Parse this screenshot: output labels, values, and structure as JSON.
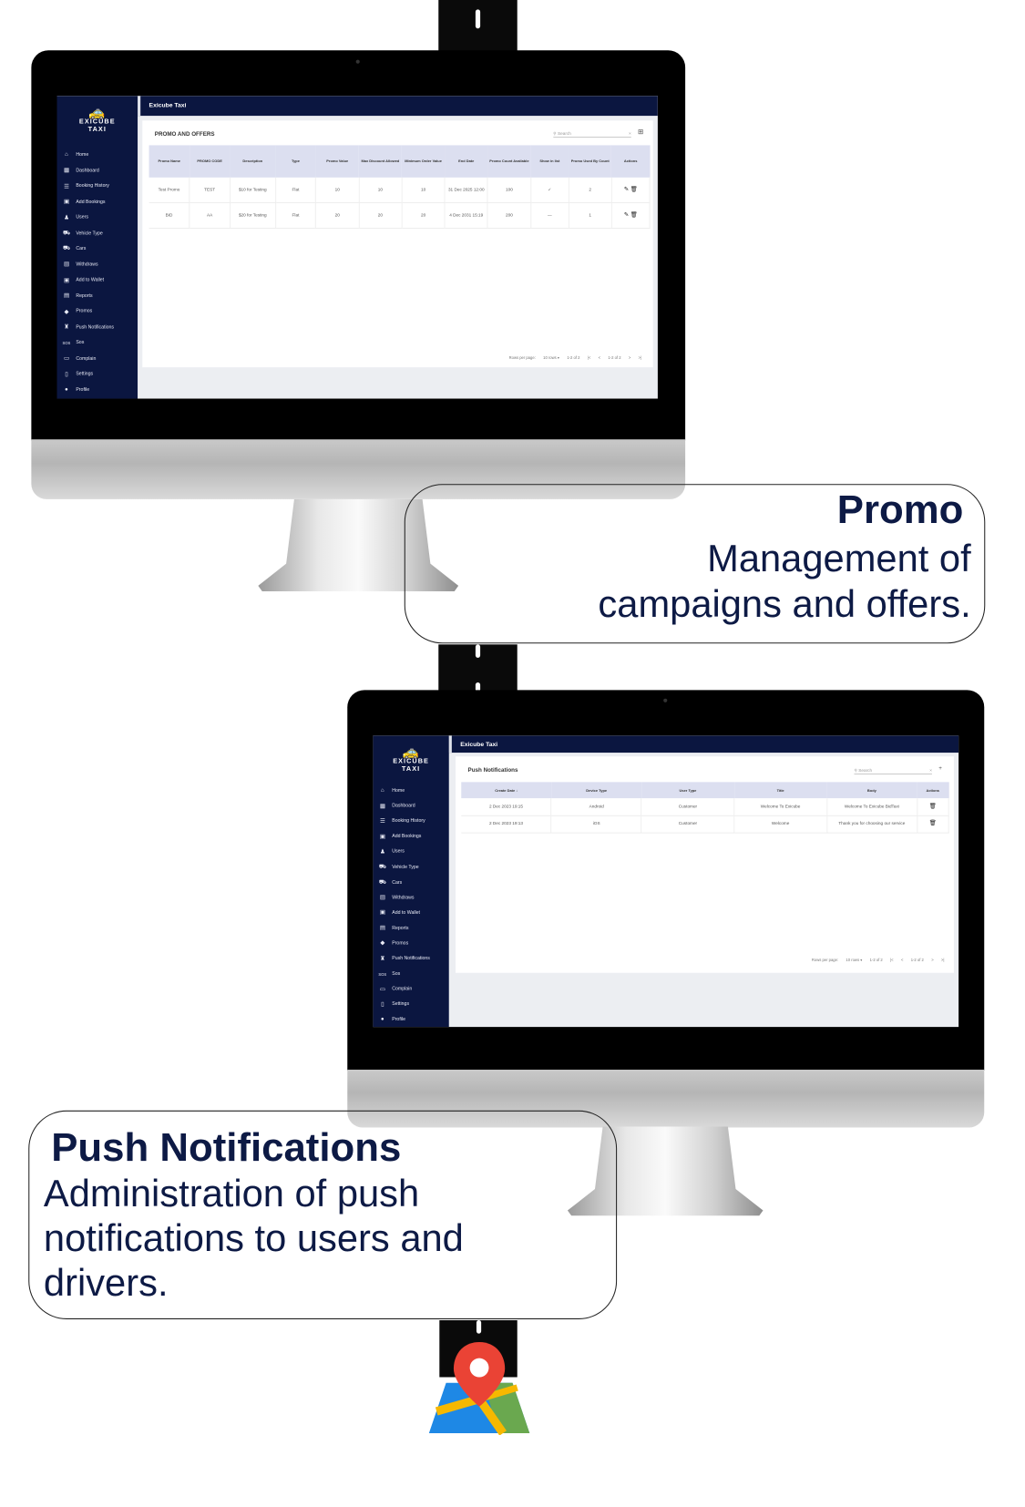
{
  "promo_screen": {
    "app_title": "Exicube Taxi",
    "logo": {
      "line1": "EXICUBE",
      "line2": "TAXI"
    },
    "page_title": "PROMO AND OFFERS",
    "search_placeholder": "Search",
    "columns": [
      "Promo Name",
      "PROMO CODE",
      "Description",
      "Type",
      "Promo Value",
      "Max Discount Allowed",
      "Minimum Order Value",
      "End Date",
      "Promo Count Available",
      "Show in list",
      "Promo Used By Count",
      "Actions"
    ],
    "rows": [
      [
        "Test Promo",
        "TEST",
        "$10 for Testing",
        "Flat",
        "10",
        "10",
        "10",
        "31 Dec 2025 12:00",
        "100",
        "✓",
        "2"
      ],
      [
        "BID",
        "AA",
        "$20 for Testing",
        "Flat",
        "20",
        "20",
        "20",
        "4 Dec 2031 15:19",
        "200",
        "—",
        "1"
      ]
    ],
    "pagination": {
      "rows_per_page_label": "Rows per page:",
      "rows_per_page": "10 rows",
      "range": "1-2 of 2",
      "page_info": "1-2 of 2"
    }
  },
  "push_screen": {
    "app_title": "Exicube Taxi",
    "logo": {
      "line1": "EXICUBE",
      "line2": "TAXI"
    },
    "page_title": "Push Notifications",
    "search_placeholder": "Search",
    "columns": [
      "Create Date ↓",
      "Device Type",
      "User Type",
      "Title",
      "Body",
      "Actions"
    ],
    "rows": [
      [
        "2 Dec 2023 19:15",
        "Android",
        "Customer",
        "Welcome To Exicube",
        "Welcome To Exicube BidTaxi"
      ],
      [
        "2 Dec 2023 19:13",
        "iOS",
        "Customer",
        "Welcome",
        "Thank you for choosing our service"
      ]
    ],
    "pagination": {
      "rows_per_page_label": "Rows per page:",
      "rows_per_page": "10 rows",
      "range": "1-2 of 2",
      "page_info": "1-2 of 2"
    }
  },
  "sidebar": {
    "items": [
      {
        "label": "Home",
        "icon": "⌂"
      },
      {
        "label": "Dashboard",
        "icon": "▦"
      },
      {
        "label": "Booking History",
        "icon": "☰"
      },
      {
        "label": "Add Bookings",
        "icon": "▣"
      },
      {
        "label": "Users",
        "icon": "♟"
      },
      {
        "label": "Vehicle Type",
        "icon": "⛟"
      },
      {
        "label": "Cars",
        "icon": "⛟"
      },
      {
        "label": "Withdraws",
        "icon": "▤"
      },
      {
        "label": "Add to Wallet",
        "icon": "▣"
      },
      {
        "label": "Reports",
        "icon": "▤"
      },
      {
        "label": "Promos",
        "icon": "◆"
      },
      {
        "label": "Push Notifications",
        "icon": "♜"
      },
      {
        "label": "Sos",
        "icon": "SOS"
      },
      {
        "label": "Complain",
        "icon": "▭"
      },
      {
        "label": "Settings",
        "icon": "▯"
      },
      {
        "label": "Profile",
        "icon": "●"
      }
    ]
  },
  "callouts": {
    "promo": {
      "title": "Promo",
      "line1": "Management of",
      "line2": "campaigns and offers."
    },
    "push": {
      "title": "Push Notifications",
      "line1": "Administration of push",
      "line2": "notifications to users and",
      "line3": "drivers."
    }
  },
  "colors": {
    "navy": "#0b1640",
    "text_navy": "#0d1a45",
    "table_header": "#dcdff0"
  }
}
